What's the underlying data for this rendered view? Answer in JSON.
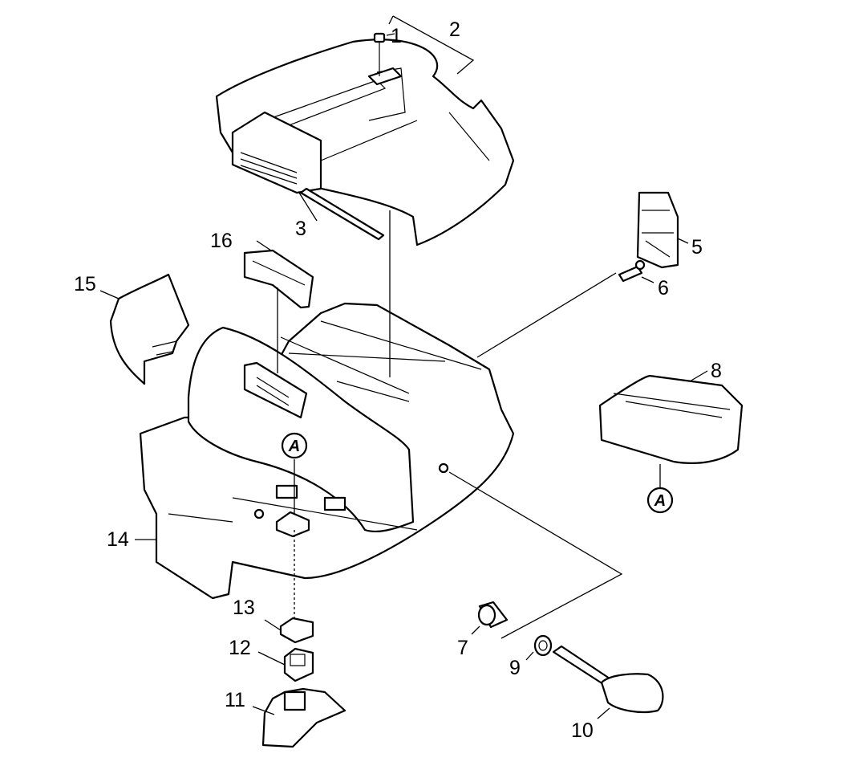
{
  "diagram": {
    "callouts": [
      "1",
      "2",
      "3",
      "5",
      "6",
      "7",
      "8",
      "9",
      "10",
      "11",
      "12",
      "13",
      "14",
      "15",
      "16"
    ],
    "reference_mark": "A"
  }
}
